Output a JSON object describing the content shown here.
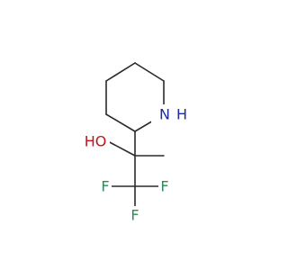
{
  "colors": {
    "bond": "#2a2a2a",
    "nitrogen": "#1f2a9f",
    "oxygen": "#c0131b",
    "fluorine": "#2e8b57",
    "carbon": "#2a2a2a"
  },
  "atoms": {
    "amine": "N",
    "amine_h": "H",
    "hydroxyl": "HO",
    "fluorine_right": "F",
    "fluorine_left": "F",
    "fluorine_bottom": "F"
  }
}
